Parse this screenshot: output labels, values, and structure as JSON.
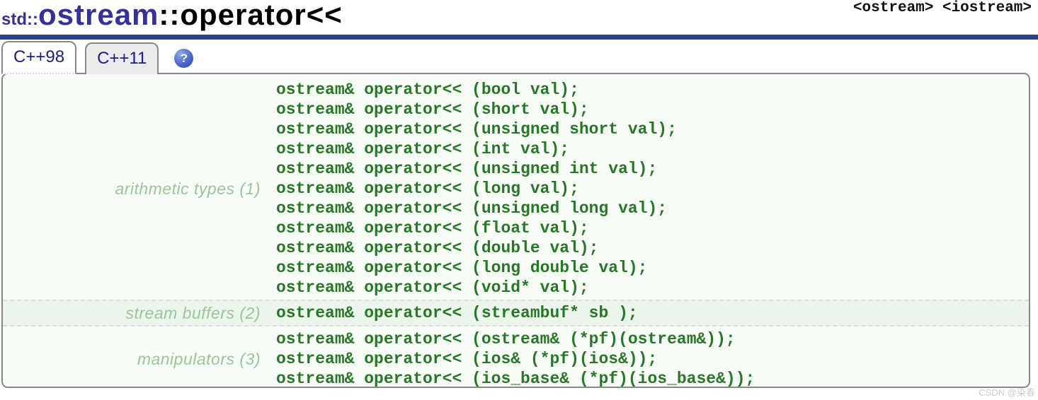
{
  "header": {
    "title_std": "std::",
    "title_class": "ostream",
    "title_member": "::operator<<",
    "includes": "<ostream> <iostream>"
  },
  "tabs": [
    {
      "label": "C++98",
      "active": true
    },
    {
      "label": "C++11",
      "active": false
    }
  ],
  "help_icon": {
    "glyph": "?"
  },
  "declarations": [
    {
      "label": "arithmetic types (1)",
      "lines": [
        "ostream& operator<< (bool val);",
        "ostream& operator<< (short val);",
        "ostream& operator<< (unsigned short val);",
        "ostream& operator<< (int val);",
        "ostream& operator<< (unsigned int val);",
        "ostream& operator<< (long val);",
        "ostream& operator<< (unsigned long val);",
        "ostream& operator<< (float val);",
        "ostream& operator<< (double val);",
        "ostream& operator<< (long double val);",
        "ostream& operator<< (void* val);"
      ]
    },
    {
      "label": "stream buffers (2)",
      "lines": [
        "ostream& operator<< (streambuf* sb );"
      ]
    },
    {
      "label": "manipulators (3)",
      "lines": [
        "ostream& operator<< (ostream& (*pf)(ostream&));",
        "ostream& operator<< (ios& (*pf)(ios&));",
        "ostream& operator<< (ios_base& (*pf)(ios_base&));"
      ]
    }
  ],
  "watermark": "CSDN @染春",
  "colors": {
    "title_navy": "#32329a",
    "rule_blue": "#2b3e8c",
    "tab_text": "#1b1b8f",
    "panel_bg": "#f7fcf7",
    "alt_row_bg": "#ecf5ec",
    "code_green": "#267726",
    "label_green": "#9cc49c",
    "border_gray": "#888888",
    "watermark_gray": "#cccccc"
  }
}
